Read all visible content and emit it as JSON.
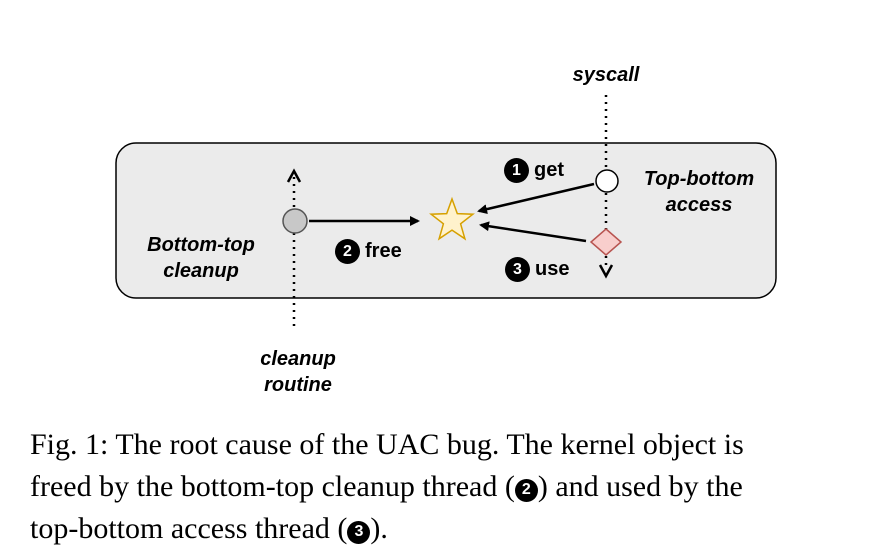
{
  "diagram": {
    "syscall_label": "syscall",
    "top_bottom_label_1": "Top-bottom",
    "top_bottom_label_2": "access",
    "bottom_top_label_1": "Bottom-top",
    "bottom_top_label_2": "cleanup",
    "cleanup_routine_label_1": "cleanup",
    "cleanup_routine_label_2": "routine",
    "step_get": {
      "num": "1",
      "label": "get"
    },
    "step_free": {
      "num": "2",
      "label": "free"
    },
    "step_use": {
      "num": "3",
      "label": "use"
    },
    "colors": {
      "box_fill": "#ebebeb",
      "star_fill": "#fff2cc",
      "star_stroke": "#d6a000",
      "diamond_fill": "#f8cecc",
      "diamond_stroke": "#b85450",
      "gray_node": "#c8c8c8"
    }
  },
  "caption": {
    "prefix": "Fig. 1: The root cause of the UAC bug. The kernel object is",
    "line2_a": "freed by the bottom-top cleanup thread (",
    "line2_num": "2",
    "line2_b": ") and used by the",
    "line3_a": "top-bottom access thread (",
    "line3_num": "3",
    "line3_b": ")."
  }
}
